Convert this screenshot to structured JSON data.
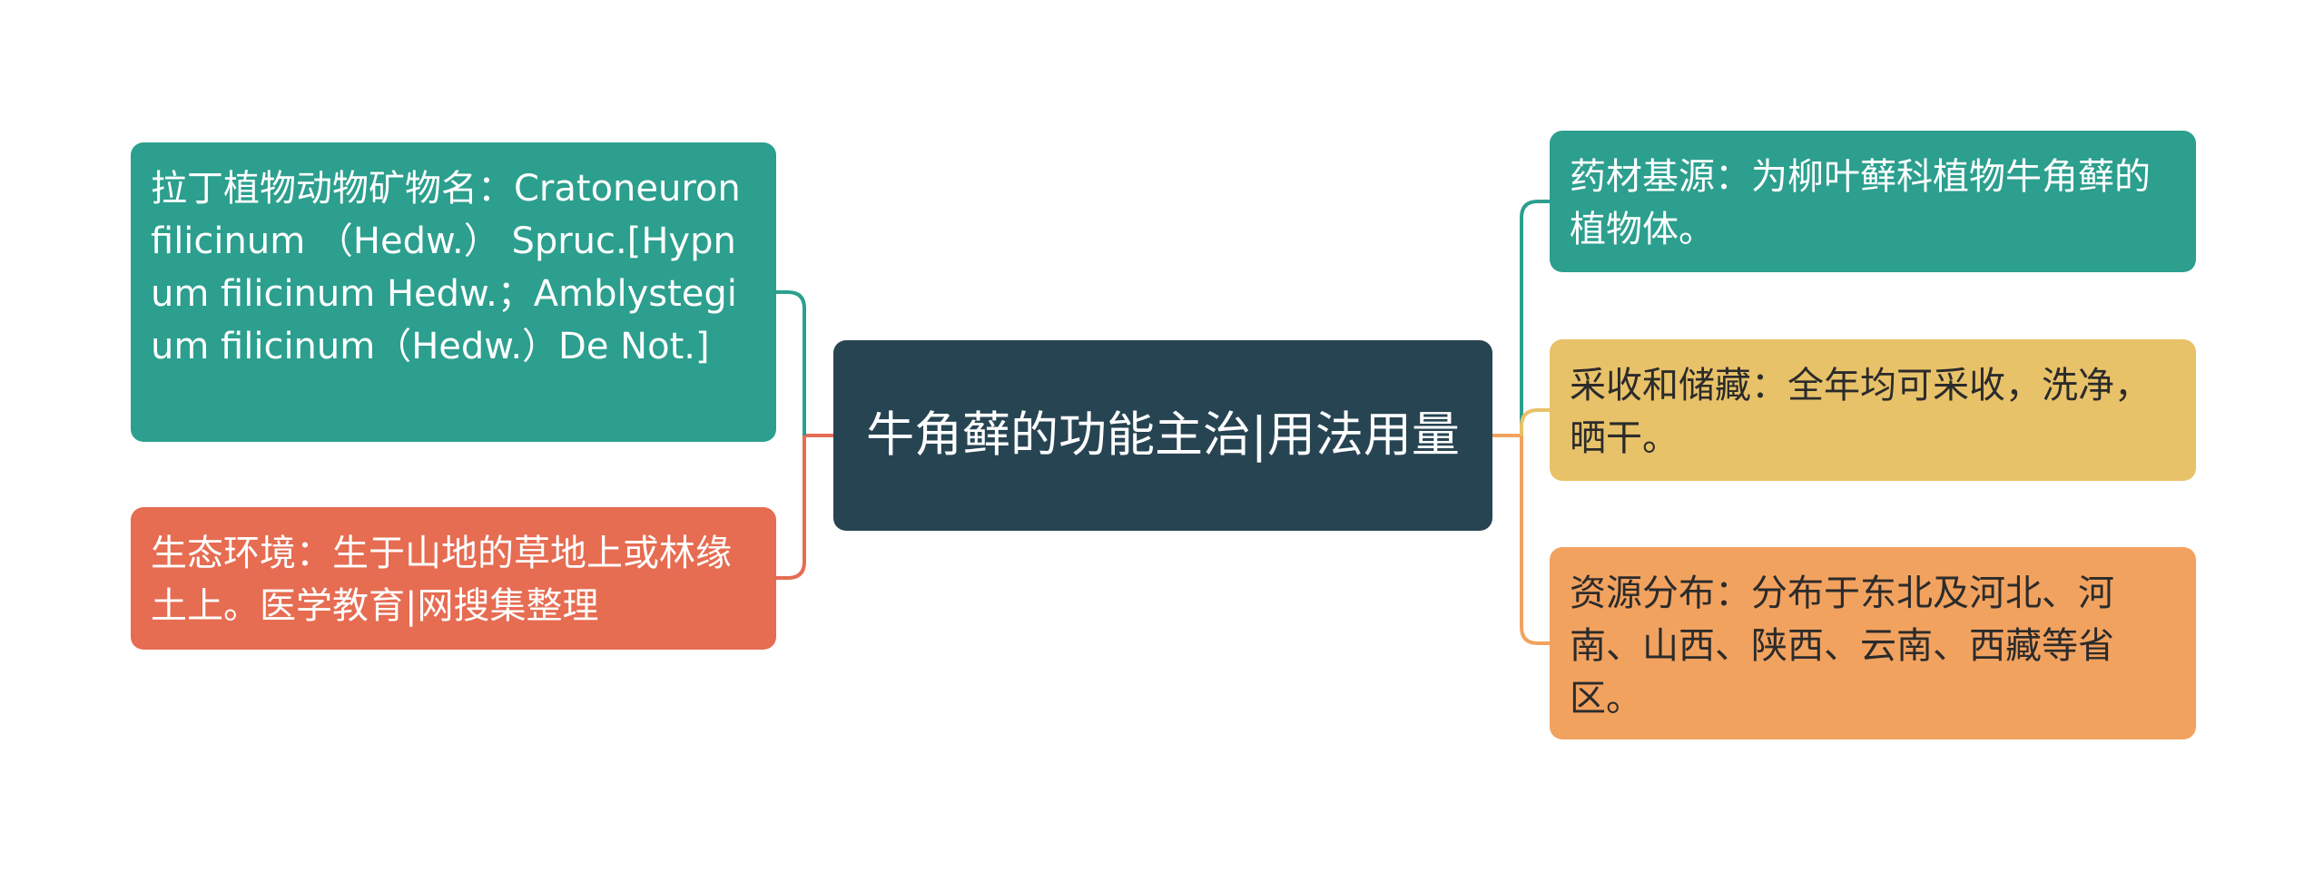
{
  "central_topic": {
    "text": "牛角藓的功能主治|用法用量",
    "color": "#274453"
  },
  "branches": {
    "latin_name": {
      "text": "拉丁植物动物矿物名：Cratoneuron filicinum （Hedw.） Spruc.[Hypnum filicinum Hedw.；Amblystegium filicinum（Hedw.）De Not.]",
      "color": "#2c9f8e",
      "connector_color": "#2c9f8e"
    },
    "habitat": {
      "text": "生态环境：生于山地的草地上或林缘土上。医学教育|网搜集整理",
      "color": "#e66c52",
      "connector_color": "#e66c52"
    },
    "source": {
      "text": "药材基源：为柳叶藓科植物牛角藓的植物体。",
      "color": "#2c9f8e",
      "connector_color": "#2c9f8e"
    },
    "harvest": {
      "text": "采收和储藏：全年均可采收，洗净，晒干。",
      "color": "#e8c269",
      "connector_color": "#e8c269"
    },
    "distribution": {
      "text": "资源分布：分布于东北及河北、河南、山西、陕西、云南、西藏等省区。",
      "color": "#f2a25f",
      "connector_color": "#f2a25f"
    }
  },
  "trunk_colors": {
    "left": "#e66c52",
    "right": "#f2a25f"
  }
}
